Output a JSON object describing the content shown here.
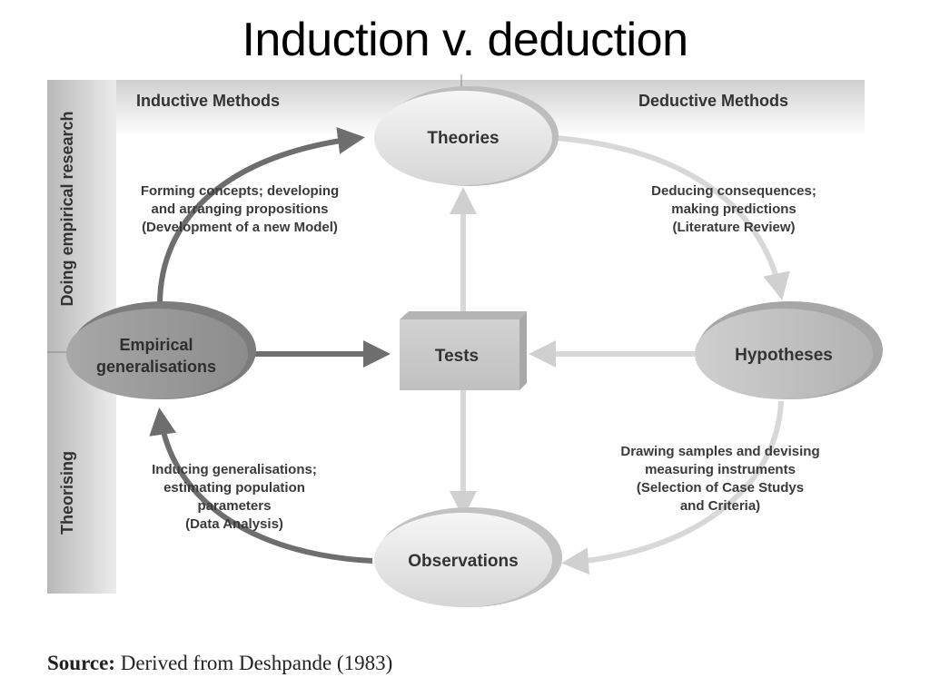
{
  "title": "Induction v. deduction",
  "bands": {
    "inductive_label": "Inductive Methods",
    "deductive_label": "Deductive Methods",
    "vertical_top": "Doing empirical research",
    "vertical_bottom": "Theorising"
  },
  "nodes": {
    "theories": "Theories",
    "empirical": [
      "Empirical",
      "generalisations"
    ],
    "tests": "Tests",
    "hypotheses": "Hypotheses",
    "observations": "Observations"
  },
  "annotations": {
    "top_left": [
      "Forming concepts; developing",
      "and arranging propositions",
      "(Development of a new Model)"
    ],
    "top_right": [
      "Deducing consequences;",
      "making predictions",
      "(Literature Review)"
    ],
    "bottom_left": [
      "Inducing generalisations;",
      "estimating population",
      "parameters",
      "(Data Analysis)"
    ],
    "bottom_right": [
      "Drawing samples and devising",
      "measuring instruments",
      "(Selection of Case Studys",
      "and Criteria)"
    ]
  },
  "source": {
    "label": "Source:",
    "text": "Derived from Deshpande (1983)"
  },
  "colors": {
    "inductive_arrow": "#6e6e6e",
    "deductive_arrow": "#d8d8d8",
    "node_dark": "#9a9a9a",
    "node_light": "#eeeeee",
    "text": "#333333"
  }
}
